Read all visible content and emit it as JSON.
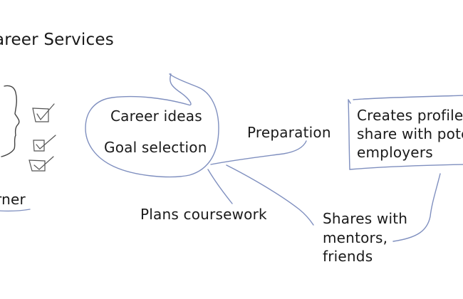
{
  "title": "areer Services",
  "learner": {
    "label": "rner"
  },
  "center_bubble": {
    "line1": "Career ideas",
    "line2": "Goal selection"
  },
  "branches": {
    "preparation": "Preparation",
    "plans": "Plans coursework",
    "shares": {
      "line1": "Shares with",
      "line2": "mentors,",
      "line3": "friends"
    }
  },
  "profile_box": {
    "line1": "Creates profile",
    "line2": "share with pote",
    "line3": "employers"
  },
  "colors": {
    "ink": "#1a1a1a",
    "stroke_blue": "#7f8fbf",
    "stroke_dark": "#444444"
  }
}
